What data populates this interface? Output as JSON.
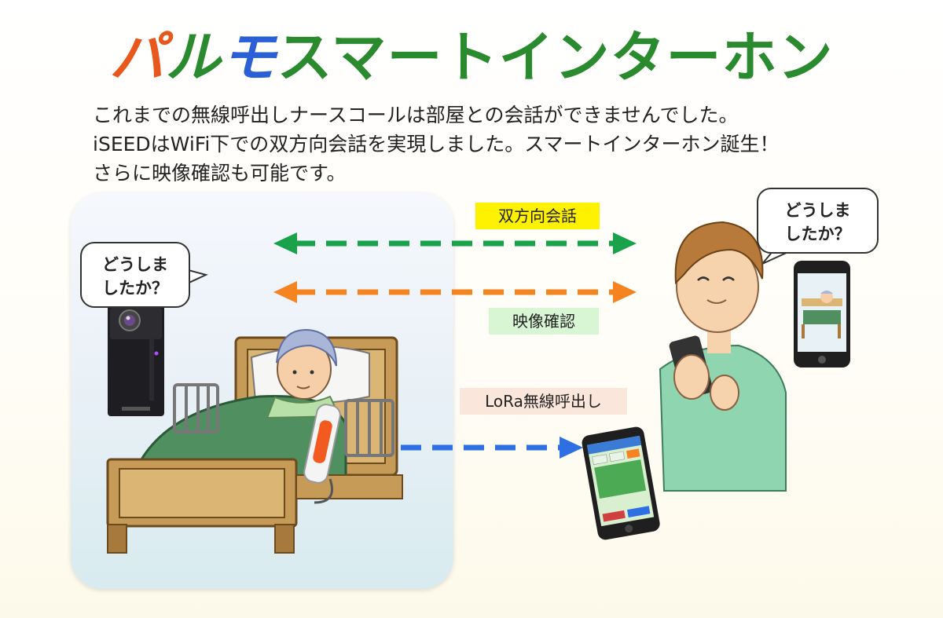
{
  "title": {
    "part1": "パ",
    "part2": "ル",
    "part3": "モ",
    "part4": "スマートインターホン"
  },
  "intro": {
    "line1": "これまでの無線呼出しナースコールは部屋との会話ができませんでした。",
    "line2": "iSEEDはWiFi下での双方向会話を実現しました。スマートインターホン誕生！",
    "line3": "さらに映像確認も可能です。"
  },
  "bubbles": {
    "left": {
      "line1": "どうしま",
      "line2": "したか？"
    },
    "right": {
      "line1": "どうしま",
      "line2": "したか？"
    }
  },
  "labels": {
    "two_way_talk": "双方向会話",
    "video_check": "映像確認",
    "lora_call": "LoRa無線呼出し"
  },
  "colors": {
    "title_orange": "#e8571b",
    "title_green": "#2a8a2e",
    "title_blue": "#2b5fd6",
    "arrow_green": "#1aa24a",
    "arrow_orange": "#f5831f",
    "arrow_blue": "#2f6fe4"
  },
  "devices": {
    "phone_small_screen_title": "Palumo Smart Call"
  }
}
